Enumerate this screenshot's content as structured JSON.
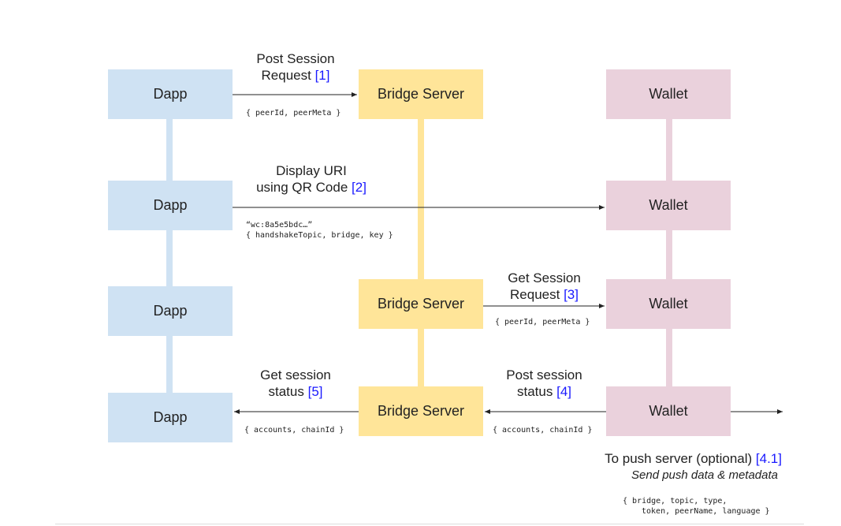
{
  "nodes": {
    "dapp": "Dapp",
    "bridge": "Bridge Server",
    "wallet": "Wallet"
  },
  "steps": {
    "s1": {
      "line1": "Post Session",
      "line2": "Request",
      "ref": "[1]",
      "payload": "{ peerId, peerMeta }"
    },
    "s2": {
      "line1": "Display URI",
      "line2": "using QR Code",
      "ref": "[2]",
      "payload_line1": "“wc:8a5e5bdc…”",
      "payload_line2": "{ handshakeTopic, bridge, key }"
    },
    "s3": {
      "line1": "Get Session",
      "line2": "Request",
      "ref": "[3]",
      "payload": "{ peerId, peerMeta }"
    },
    "s4": {
      "line1": "Post session",
      "line2": "status",
      "ref": "[4]",
      "payload": "{ accounts, chainId }"
    },
    "s5": {
      "line1": "Get session",
      "line2": "status",
      "ref": "[5]",
      "payload": "{ accounts, chainId }"
    },
    "s41": {
      "title": "To push server (optional)",
      "ref": "[4.1]",
      "subtitle": "Send push data & metadata",
      "payload_line1": "{ bridge, topic, type,",
      "payload_line2": "token, peerName, language }"
    }
  },
  "colors": {
    "dapp": "#cfe2f3",
    "bridge": "#ffe599",
    "wallet": "#ead1dc",
    "reference_link": "#1a1aff"
  }
}
